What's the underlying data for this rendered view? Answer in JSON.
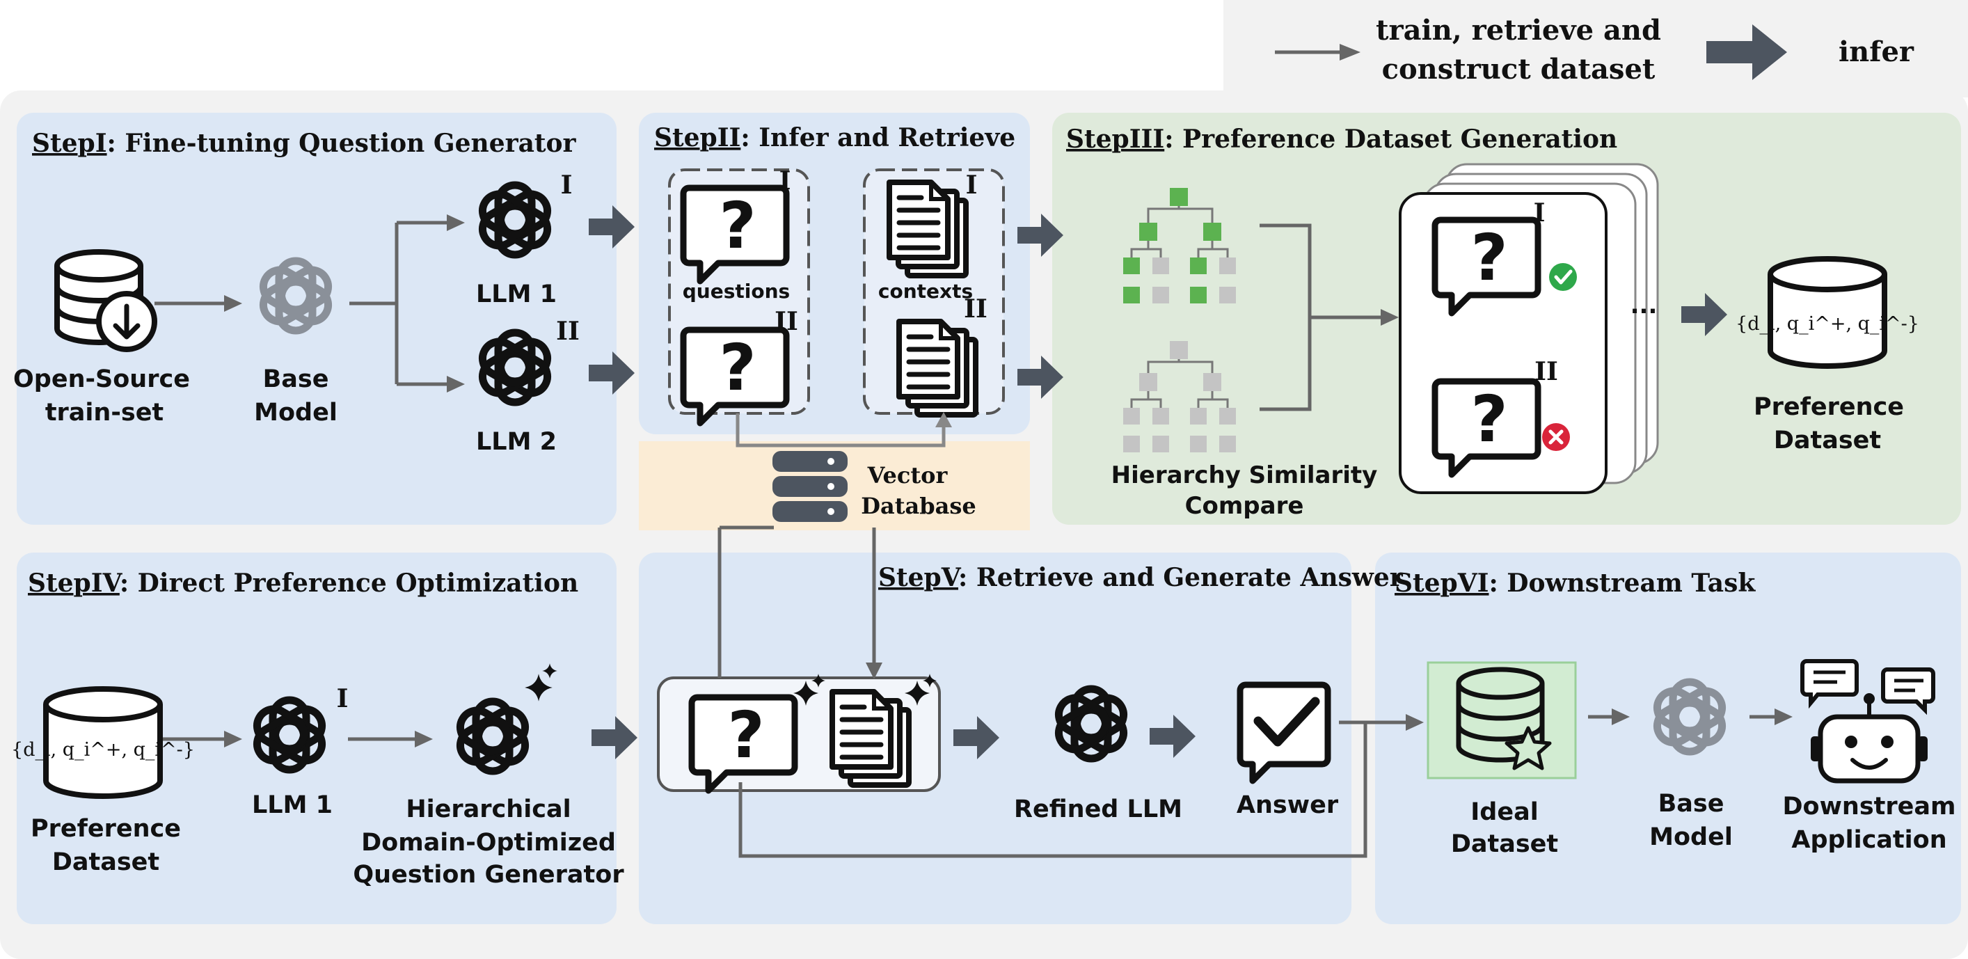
{
  "legend": {
    "thin_label_line1": "train, retrieve and",
    "thin_label_line2": "construct dataset",
    "thick_label": "infer"
  },
  "step1": {
    "title_step": "StepI",
    "title_rest": ": Fine-tuning Question Generator",
    "open_source_line1": "Open-Source",
    "open_source_line2": "train-set",
    "base_model_line1": "Base",
    "base_model_line2": "Model",
    "llm1": "LLM 1",
    "llm2": "LLM 2",
    "roman1": "I",
    "roman2": "II"
  },
  "step2": {
    "title_step": "StepII",
    "title_rest": ": Infer and Retrieve",
    "questions": "questions",
    "contexts": "contexts",
    "roman1": "I",
    "roman2": "II"
  },
  "vector_db": {
    "line1": "Vector",
    "line2": "Database"
  },
  "step3": {
    "title_step": "StepIII",
    "title_rest": ":  Preference Dataset Generation",
    "compare_line1": "Hierarchy Similarity",
    "compare_line2": "Compare",
    "roman1": "I",
    "roman2": "II",
    "ellipsis": "...",
    "formula": "{d_i, q_i^+, q_i^-}",
    "pref_line1": "Preference",
    "pref_line2": "Dataset"
  },
  "step4": {
    "title_step": "StepIV",
    "title_rest": ": Direct Preference Optimization",
    "formula": "{d_i, q_i^+, q_i^-}",
    "pref_line1": "Preference",
    "pref_line2": "Dataset",
    "llm1": "LLM 1",
    "roman1": "I",
    "gen_line1": "Hierarchical",
    "gen_line2": "Domain-Optimized",
    "gen_line3": "Question Generator"
  },
  "step5": {
    "title_step": "StepV",
    "title_rest": ": Retrieve and Generate Answer",
    "refined": "Refined LLM",
    "answer": "Answer"
  },
  "step6": {
    "title_step": "StepVI",
    "title_rest": ": Downstream Task",
    "ideal_line1": "Ideal",
    "ideal_line2": "Dataset",
    "base_line1": "Base",
    "base_line2": "Model",
    "down_line1": "Downstream",
    "down_line2": "Application"
  }
}
